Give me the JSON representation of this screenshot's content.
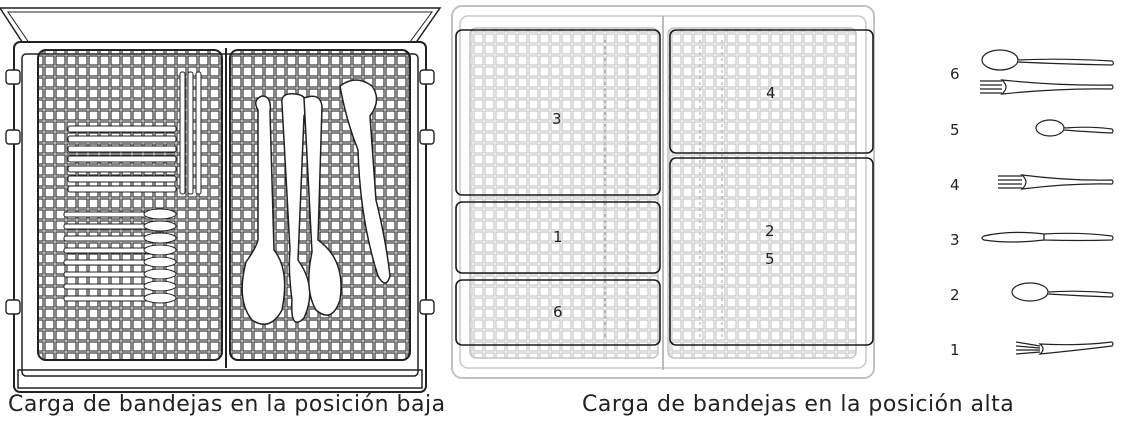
{
  "captions": {
    "low": "Carga de bandejas en la posición baja",
    "high": "Carga de bandejas en la posición alta"
  },
  "zones": [
    {
      "label": "3"
    },
    {
      "label": "4"
    },
    {
      "label": "1"
    },
    {
      "label": "2"
    },
    {
      "label": "5"
    },
    {
      "label": "6"
    }
  ],
  "legend": [
    {
      "number": "6",
      "items": [
        "spoon-icon",
        "fork-icon"
      ]
    },
    {
      "number": "5",
      "items": [
        "teaspoon-icon"
      ]
    },
    {
      "number": "4",
      "items": [
        "fork-icon"
      ]
    },
    {
      "number": "3",
      "items": [
        "knife-icon"
      ]
    },
    {
      "number": "2",
      "items": [
        "spoon-icon"
      ]
    },
    {
      "number": "1",
      "items": [
        "small-fork-icon"
      ]
    }
  ],
  "colors": {
    "line": "#2a2a2a",
    "faint": "#b8b8b8",
    "zone": "#1a1a1a"
  }
}
